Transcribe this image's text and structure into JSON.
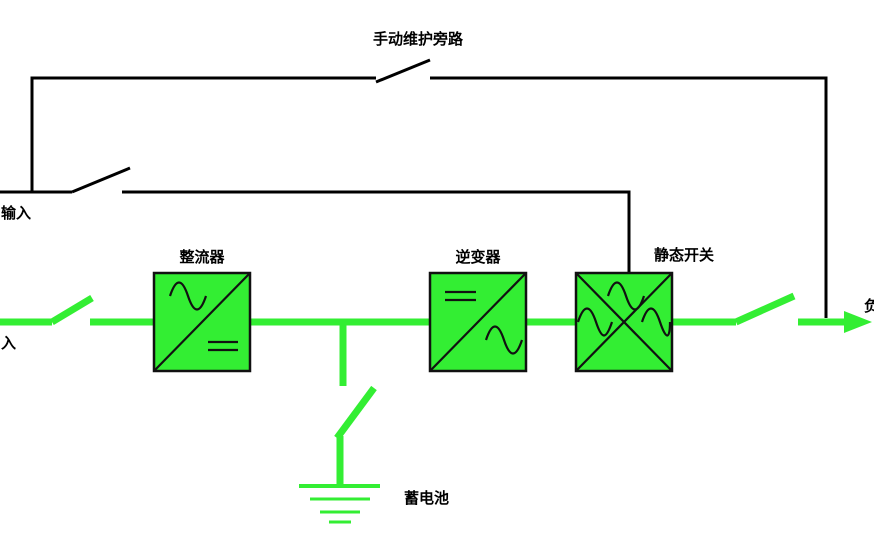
{
  "labels": {
    "manual_bypass": "手动维护旁路",
    "bypass_input": "输入",
    "main_input": "入",
    "rectifier": "整流器",
    "inverter": "逆变器",
    "static_switch": "静态开关",
    "battery": "蓄电池",
    "output": "负"
  },
  "colors": {
    "power_path": "#33ee33",
    "control_path": "#000000",
    "block_fill": "#33ee33"
  },
  "icons": {
    "rectifier": "ac-to-dc-symbol",
    "inverter": "dc-to-ac-symbol",
    "static_switch": "ac-ac-cross-symbol",
    "battery": "ground-battery-symbol",
    "output": "arrow-right-icon"
  }
}
